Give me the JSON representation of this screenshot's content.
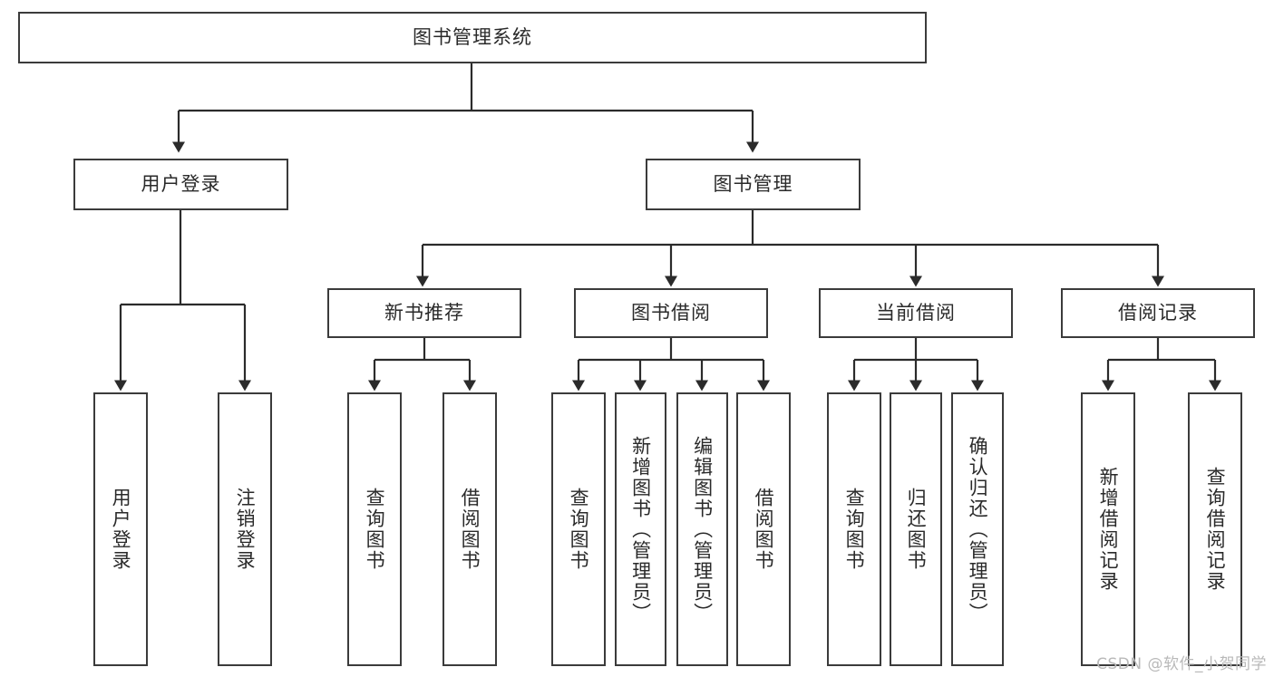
{
  "diagram": {
    "title": "图书管理系统",
    "type": "tree",
    "watermark": "CSDN @软件_小贺同学",
    "colors": {
      "border": "#3b3b3b",
      "text": "#2a2a2a",
      "background": "#ffffff",
      "connector": "#2b2b2b",
      "watermark": "#b9b9b9"
    },
    "root": {
      "label": "图书管理系统"
    },
    "level2": [
      {
        "label": "用户登录"
      },
      {
        "label": "图书管理"
      }
    ],
    "level3": [
      {
        "label": "新书推荐"
      },
      {
        "label": "图书借阅"
      },
      {
        "label": "当前借阅"
      },
      {
        "label": "借阅记录"
      }
    ],
    "leaves_user_login": [
      {
        "label": "用户登录"
      },
      {
        "label": "注销登录"
      }
    ],
    "leaves_new_book": [
      {
        "label": "查询图书"
      },
      {
        "label": "借阅图书"
      }
    ],
    "leaves_borrow": [
      {
        "label": "查询图书"
      },
      {
        "label": "新增图书（管理员）"
      },
      {
        "label": "编辑图书（管理员）"
      },
      {
        "label": "借阅图书"
      }
    ],
    "leaves_current": [
      {
        "label": "查询图书"
      },
      {
        "label": "归还图书"
      },
      {
        "label": "确认归还（管理员）"
      }
    ],
    "leaves_records": [
      {
        "label": "新增借阅记录"
      },
      {
        "label": "查询借阅记录"
      }
    ]
  }
}
